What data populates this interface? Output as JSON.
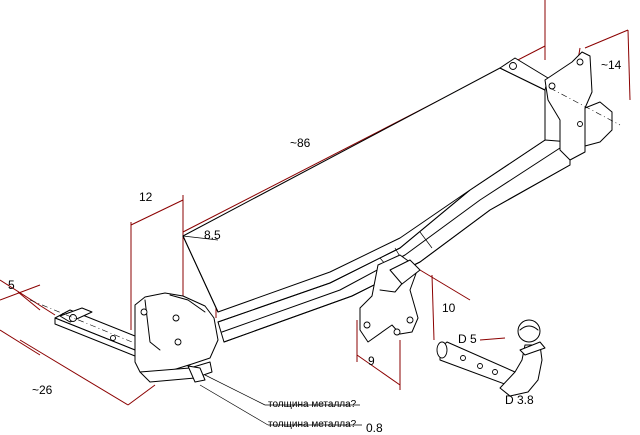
{
  "dimensions": {
    "beam_length": "~86",
    "plate_width": "12",
    "plate_offset": "8.5",
    "left_tab_width": "5",
    "left_arm_length": "~26",
    "right_arm_length": "~14",
    "hitch_plate_height": "10",
    "hitch_plate_width": "9",
    "pin_diameter": "D 5",
    "neck_diameter": "D 3.8",
    "metal_thickness": "0.8"
  },
  "notes": {
    "metal_question_1": "толщина металла?",
    "metal_question_2": "толщина металла?"
  },
  "colors": {
    "lines": "#000000",
    "dimension_lines": "#8b0000",
    "background": "#ffffff"
  }
}
